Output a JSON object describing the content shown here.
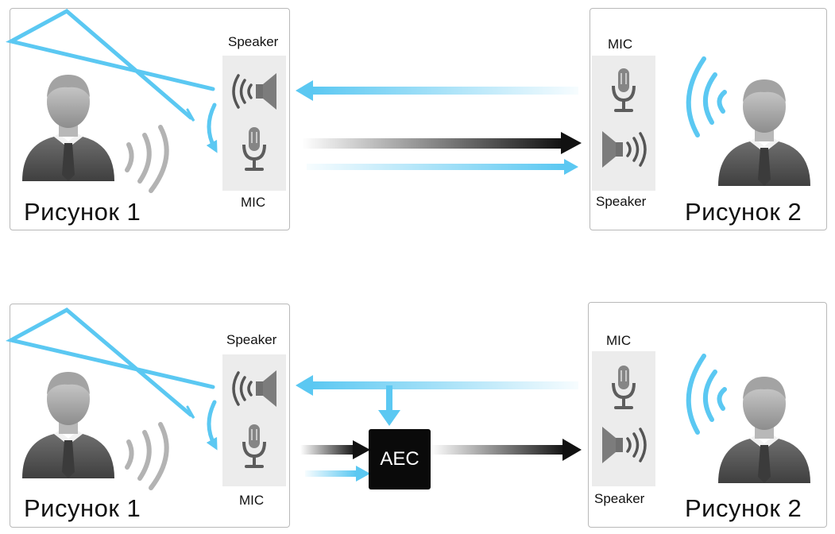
{
  "labels": {
    "speaker": "Speaker",
    "mic": "MIC",
    "person1": "Рисунок 1",
    "person2": "Рисунок 2",
    "aec": "AEC"
  },
  "colors": {
    "echo_blue": "#5bc8f2",
    "arrow_dark": "#111111",
    "sound_wave_gray": "#b3b3b3",
    "device_bg": "#ececec",
    "aec_bg": "#0a0a0a"
  },
  "icons": [
    "person-icon",
    "speaker-icon",
    "microphone-icon",
    "sound-wave-icon",
    "echo-reflection-icon",
    "arrow-icon"
  ]
}
